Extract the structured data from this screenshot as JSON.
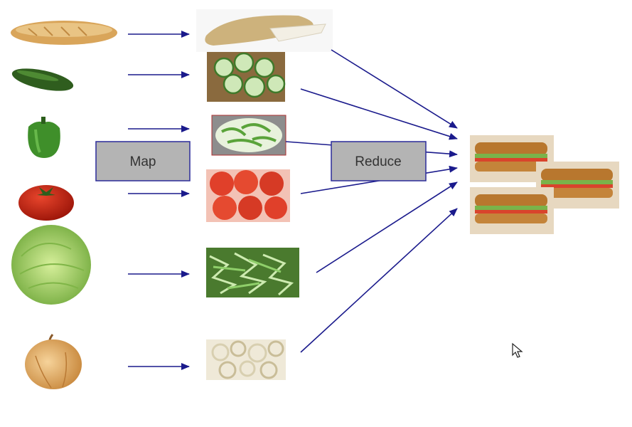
{
  "diagram": {
    "map_label": "Map",
    "reduce_label": "Reduce"
  },
  "colors": {
    "arrow": "#1a1a8c",
    "box_fill": "#b4b4b4",
    "box_stroke": "#2b2b9a",
    "label_text": "#333333"
  },
  "ingredients": [
    {
      "name": "bread",
      "icon": "baguette-icon"
    },
    {
      "name": "cucumber",
      "icon": "cucumber-icon"
    },
    {
      "name": "green-pepper",
      "icon": "bell-pepper-icon"
    },
    {
      "name": "tomato",
      "icon": "tomato-icon"
    },
    {
      "name": "lettuce",
      "icon": "lettuce-icon"
    },
    {
      "name": "onion",
      "icon": "onion-icon"
    }
  ],
  "prepared": [
    {
      "name": "sliced-bread",
      "icon": "sliced-bread-icon"
    },
    {
      "name": "sliced-cucumber",
      "icon": "cucumber-slices-icon"
    },
    {
      "name": "chopped-pepper",
      "icon": "pepper-slices-icon"
    },
    {
      "name": "sliced-tomato",
      "icon": "tomato-slices-icon"
    },
    {
      "name": "shredded-lettuce",
      "icon": "shredded-lettuce-icon"
    },
    {
      "name": "onion-rings",
      "icon": "onion-rings-icon"
    }
  ],
  "result": {
    "name": "sandwiches",
    "icon": "sandwich-icon"
  },
  "cursor": {
    "icon": "mouse-pointer-icon"
  }
}
